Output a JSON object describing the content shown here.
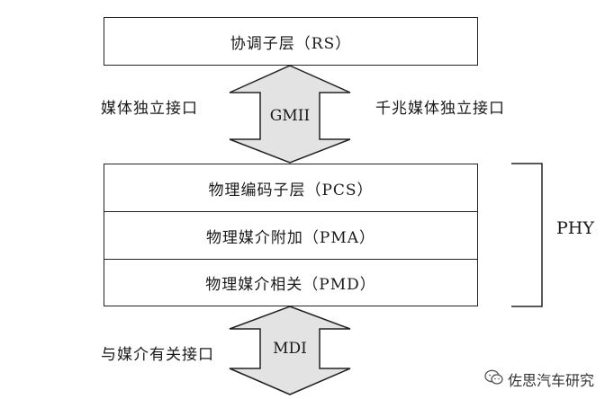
{
  "rs_layer": "协调子层（RS）",
  "gmii": {
    "left_label": "媒体独立接口",
    "arrow_label": "GMII",
    "right_label": "千兆媒体独立接口"
  },
  "phy_layers": [
    {
      "label": "物理编码子层（PCS）"
    },
    {
      "label": "物理媒介附加（PMA）"
    },
    {
      "label": "物理媒介相关（PMD）"
    }
  ],
  "phy_label": "PHY",
  "mdi": {
    "left_label": "与媒介有关接口",
    "arrow_label": "MDI"
  },
  "colors": {
    "arrow_fill": "#e3e3e3",
    "border": "#222222"
  },
  "watermark": {
    "text": "佐思汽车研究",
    "icon": "wechat-icon"
  }
}
